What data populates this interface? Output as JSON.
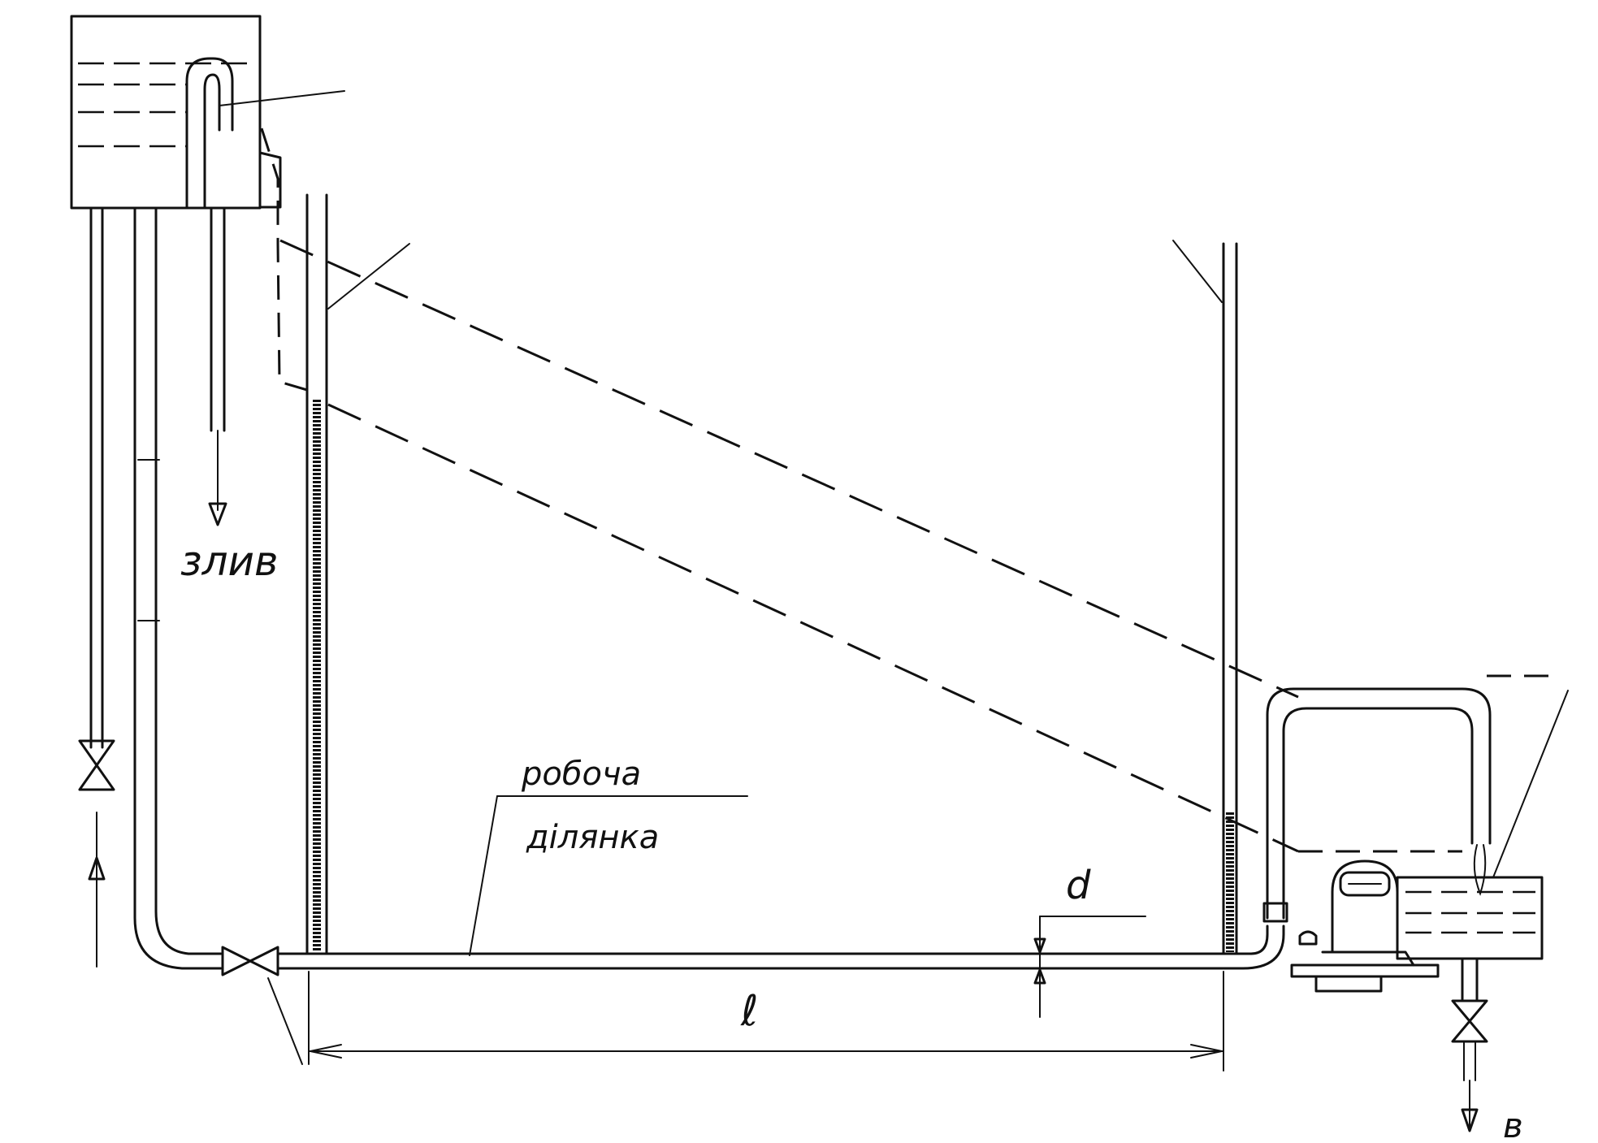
{
  "labels": {
    "drain": "злив",
    "working_line1": "робоча",
    "working_line2": "ділянка",
    "diameter": "d",
    "length": "ℓ",
    "corner": "в"
  }
}
